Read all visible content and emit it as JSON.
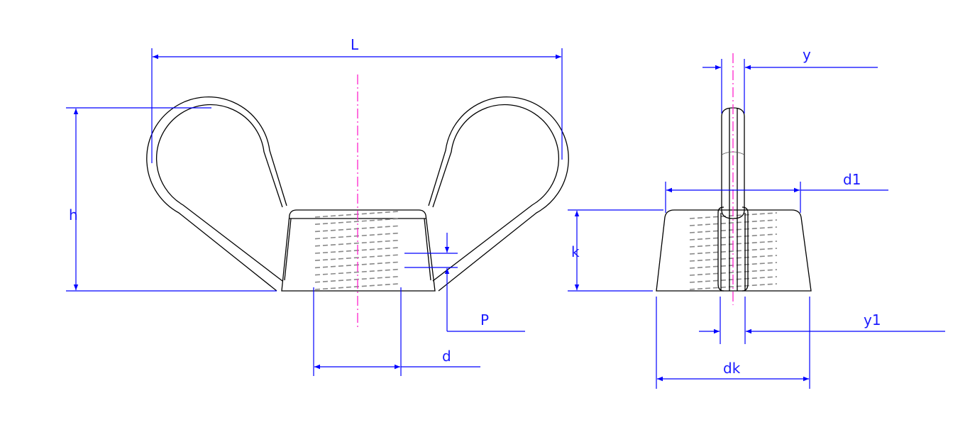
{
  "front_view": {
    "labels": {
      "L": "L",
      "h": "h",
      "P": "P",
      "d": "d"
    }
  },
  "side_view": {
    "labels": {
      "y": "y",
      "d1": "d1",
      "k": "k",
      "y1": "y1",
      "dk": "dk"
    }
  },
  "colors": {
    "dimension": "#0000ff",
    "centerline": "#ff22cc",
    "outline": "#000000",
    "thread": "#888888"
  }
}
